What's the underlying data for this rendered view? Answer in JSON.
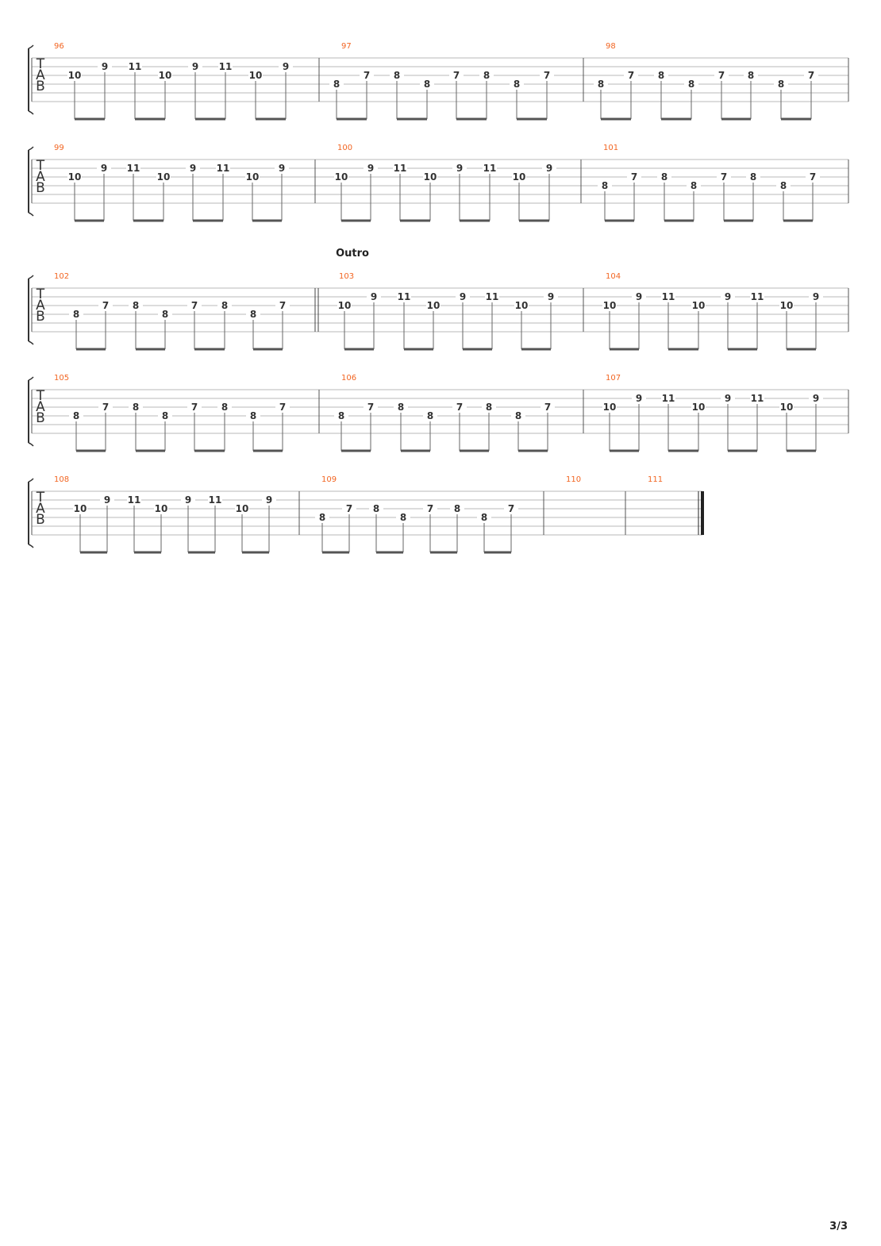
{
  "document": {
    "page_number": "3/3",
    "tab_clef": [
      "T",
      "A",
      "B"
    ],
    "accent_color": "#f26522",
    "section_label": {
      "text": "Outro",
      "at_measure": "103"
    },
    "systems": [
      {
        "measures": [
          {
            "number": "96",
            "notes": [
              {
                "fret": "10",
                "string": 3
              },
              {
                "fret": "9",
                "string": 2
              },
              {
                "fret": "11",
                "string": 2
              },
              {
                "fret": "10",
                "string": 3
              },
              {
                "fret": "9",
                "string": 2
              },
              {
                "fret": "11",
                "string": 2
              },
              {
                "fret": "10",
                "string": 3
              },
              {
                "fret": "9",
                "string": 2
              }
            ]
          },
          {
            "number": "97",
            "notes": [
              {
                "fret": "8",
                "string": 4
              },
              {
                "fret": "7",
                "string": 3
              },
              {
                "fret": "8",
                "string": 3
              },
              {
                "fret": "8",
                "string": 4
              },
              {
                "fret": "7",
                "string": 3
              },
              {
                "fret": "8",
                "string": 3
              },
              {
                "fret": "8",
                "string": 4
              },
              {
                "fret": "7",
                "string": 3
              }
            ]
          },
          {
            "number": "98",
            "notes": [
              {
                "fret": "8",
                "string": 4
              },
              {
                "fret": "7",
                "string": 3
              },
              {
                "fret": "8",
                "string": 3
              },
              {
                "fret": "8",
                "string": 4
              },
              {
                "fret": "7",
                "string": 3
              },
              {
                "fret": "8",
                "string": 3
              },
              {
                "fret": "8",
                "string": 4
              },
              {
                "fret": "7",
                "string": 3
              }
            ]
          }
        ]
      },
      {
        "measures": [
          {
            "number": "99",
            "notes": [
              {
                "fret": "10",
                "string": 3
              },
              {
                "fret": "9",
                "string": 2
              },
              {
                "fret": "11",
                "string": 2
              },
              {
                "fret": "10",
                "string": 3
              },
              {
                "fret": "9",
                "string": 2
              },
              {
                "fret": "11",
                "string": 2
              },
              {
                "fret": "10",
                "string": 3
              },
              {
                "fret": "9",
                "string": 2
              }
            ]
          },
          {
            "number": "100",
            "notes": [
              {
                "fret": "10",
                "string": 3
              },
              {
                "fret": "9",
                "string": 2
              },
              {
                "fret": "11",
                "string": 2
              },
              {
                "fret": "10",
                "string": 3
              },
              {
                "fret": "9",
                "string": 2
              },
              {
                "fret": "11",
                "string": 2
              },
              {
                "fret": "10",
                "string": 3
              },
              {
                "fret": "9",
                "string": 2
              }
            ]
          },
          {
            "number": "101",
            "notes": [
              {
                "fret": "8",
                "string": 4
              },
              {
                "fret": "7",
                "string": 3
              },
              {
                "fret": "8",
                "string": 3
              },
              {
                "fret": "8",
                "string": 4
              },
              {
                "fret": "7",
                "string": 3
              },
              {
                "fret": "8",
                "string": 3
              },
              {
                "fret": "8",
                "string": 4
              },
              {
                "fret": "7",
                "string": 3
              }
            ]
          }
        ]
      },
      {
        "measures": [
          {
            "number": "102",
            "end_barline": "double",
            "notes": [
              {
                "fret": "8",
                "string": 4
              },
              {
                "fret": "7",
                "string": 3
              },
              {
                "fret": "8",
                "string": 3
              },
              {
                "fret": "8",
                "string": 4
              },
              {
                "fret": "7",
                "string": 3
              },
              {
                "fret": "8",
                "string": 3
              },
              {
                "fret": "8",
                "string": 4
              },
              {
                "fret": "7",
                "string": 3
              }
            ]
          },
          {
            "number": "103",
            "notes": [
              {
                "fret": "10",
                "string": 3
              },
              {
                "fret": "9",
                "string": 2
              },
              {
                "fret": "11",
                "string": 2
              },
              {
                "fret": "10",
                "string": 3
              },
              {
                "fret": "9",
                "string": 2
              },
              {
                "fret": "11",
                "string": 2
              },
              {
                "fret": "10",
                "string": 3
              },
              {
                "fret": "9",
                "string": 2
              }
            ]
          },
          {
            "number": "104",
            "notes": [
              {
                "fret": "10",
                "string": 3
              },
              {
                "fret": "9",
                "string": 2
              },
              {
                "fret": "11",
                "string": 2
              },
              {
                "fret": "10",
                "string": 3
              },
              {
                "fret": "9",
                "string": 2
              },
              {
                "fret": "11",
                "string": 2
              },
              {
                "fret": "10",
                "string": 3
              },
              {
                "fret": "9",
                "string": 2
              }
            ]
          }
        ]
      },
      {
        "measures": [
          {
            "number": "105",
            "notes": [
              {
                "fret": "8",
                "string": 4
              },
              {
                "fret": "7",
                "string": 3
              },
              {
                "fret": "8",
                "string": 3
              },
              {
                "fret": "8",
                "string": 4
              },
              {
                "fret": "7",
                "string": 3
              },
              {
                "fret": "8",
                "string": 3
              },
              {
                "fret": "8",
                "string": 4
              },
              {
                "fret": "7",
                "string": 3
              }
            ]
          },
          {
            "number": "106",
            "notes": [
              {
                "fret": "8",
                "string": 4
              },
              {
                "fret": "7",
                "string": 3
              },
              {
                "fret": "8",
                "string": 3
              },
              {
                "fret": "8",
                "string": 4
              },
              {
                "fret": "7",
                "string": 3
              },
              {
                "fret": "8",
                "string": 3
              },
              {
                "fret": "8",
                "string": 4
              },
              {
                "fret": "7",
                "string": 3
              }
            ]
          },
          {
            "number": "107",
            "notes": [
              {
                "fret": "10",
                "string": 3
              },
              {
                "fret": "9",
                "string": 2
              },
              {
                "fret": "11",
                "string": 2
              },
              {
                "fret": "10",
                "string": 3
              },
              {
                "fret": "9",
                "string": 2
              },
              {
                "fret": "11",
                "string": 2
              },
              {
                "fret": "10",
                "string": 3
              },
              {
                "fret": "9",
                "string": 2
              }
            ]
          }
        ]
      },
      {
        "measures": [
          {
            "number": "108",
            "notes": [
              {
                "fret": "10",
                "string": 3
              },
              {
                "fret": "9",
                "string": 2
              },
              {
                "fret": "11",
                "string": 2
              },
              {
                "fret": "10",
                "string": 3
              },
              {
                "fret": "9",
                "string": 2
              },
              {
                "fret": "11",
                "string": 2
              },
              {
                "fret": "10",
                "string": 3
              },
              {
                "fret": "9",
                "string": 2
              }
            ]
          },
          {
            "number": "109",
            "notes": [
              {
                "fret": "8",
                "string": 4
              },
              {
                "fret": "7",
                "string": 3
              },
              {
                "fret": "8",
                "string": 3
              },
              {
                "fret": "8",
                "string": 4
              },
              {
                "fret": "7",
                "string": 3
              },
              {
                "fret": "8",
                "string": 3
              },
              {
                "fret": "8",
                "string": 4
              },
              {
                "fret": "7",
                "string": 3
              }
            ]
          },
          {
            "number": "110",
            "notes": []
          },
          {
            "number": "111",
            "end_barline": "final",
            "notes": []
          }
        ]
      }
    ]
  }
}
